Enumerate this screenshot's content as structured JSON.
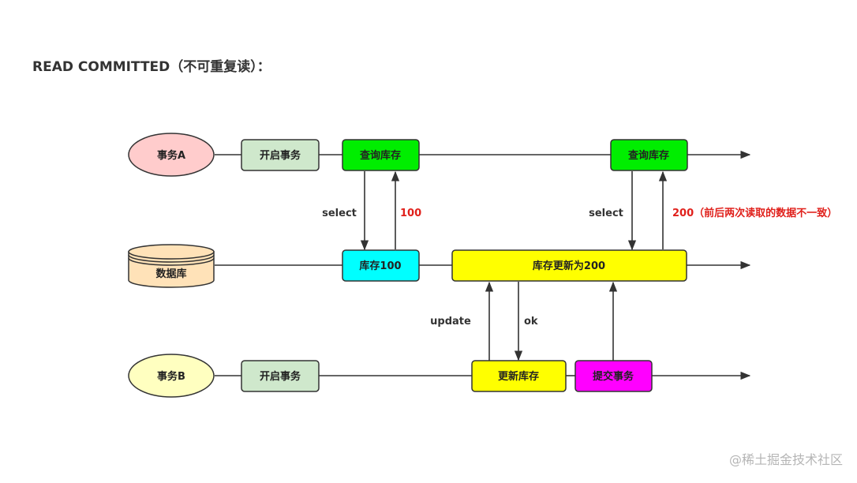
{
  "title": "READ COMMITTED（不可重复读）：",
  "watermark": "@稀土掘金技术社区",
  "colors": {
    "txA": "#ffcccc",
    "txB": "#ffffc0",
    "db": "#ffe2b8",
    "begin": "#cfe8cc",
    "query": "#00ee00",
    "stock": "#00ffff",
    "update": "#ffff00",
    "commit": "#ff00ff",
    "red_text": "#e0201b"
  },
  "nodes": {
    "tx_a": "事务A",
    "tx_b": "事务B",
    "database": "数据库",
    "begin_a": "开启事务",
    "begin_b": "开启事务",
    "query_1": "查询库存",
    "query_2": "查询库存",
    "stock_100": "库存100",
    "stock_200": "库存更新为200",
    "update_stock": "更新库存",
    "commit_tx": "提交事务"
  },
  "edges": {
    "select_1": "select",
    "result_1": "100",
    "select_2": "select",
    "result_2": "200（前后两次读取的数据不一致）",
    "update": "update",
    "ok": "ok"
  }
}
